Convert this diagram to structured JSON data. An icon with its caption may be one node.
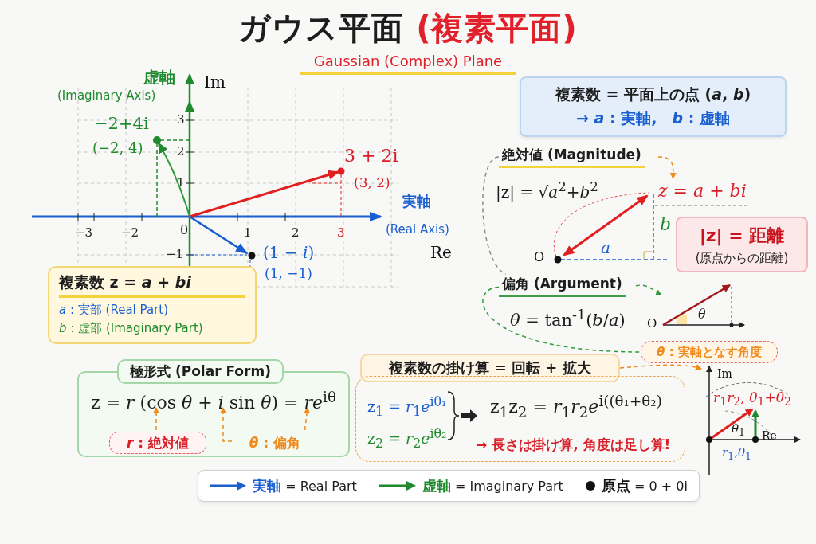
{
  "diagram": {
    "title": "ガウス平面 (複素平面)",
    "caption": "Gaussian (Complex) Plane",
    "nodes": [
      {
        "text": [
          "複素数 = 平面上の点 (*a*, *b*)",
          "→ *a* : 実軸,　*b* : 虚軸"
        ]
      },
      {
        "text": [
          "複素数 z = *a* + *bi*",
          "*a* : 実部 (Real Part)",
          "*b* : 虚部 (Imaginary Part)"
        ]
      },
      {
        "text": [
          "|z| = 距離",
          "(原点からの距離)"
        ]
      },
      {
        "text": [
          "*θ* : 実軸となす角度"
        ]
      },
      {
        "text": [
          "極形式 (Polar Form)",
          "z = *r* (cos *θ* + *i* sin *θ*) = *re*$^{iθ}$"
        ]
      },
      {
        "text": [
          "*r* : 絶対値"
        ],
        "in": 4
      },
      {
        "text": [
          "*θ* : 偏角"
        ],
        "in": 4
      },
      {
        "text": [
          "複素数の掛け算 = 回転 + 拡大"
        ]
      },
      {
        "text": [
          "z$_{1}$ = *r*$_{1}$*e*$^{iθ₁}$",
          "z$_{2}$ = *r*$_{2}$*e*$^{iθ₂}$",
          "z$_{1}$z$_{2}$ = *r*$_{1}$*r*$_{2}$*e*$^{i((θ₁+θ₂)}$",
          "→ 長さは掛け算, 角度は足し算!"
        ]
      },
      {
        "text": [
          "絶対値 (Magnitude)"
        ]
      },
      {
        "text": [
          "*z* = *a* + *bi*"
        ]
      },
      {
        "text": [
          "偏角 (Argument)"
        ]
      },
      {
        "text": [],
        "shape": "picture"
      },
      {
        "text": [],
        "shape": "picture"
      }
    ],
    "edges": [
      {
        "from": 9,
        "to": 10,
        "arrow": "to",
        "style": "dashed"
      },
      {
        "from": 11,
        "to": 12,
        "arrow": "to",
        "style": "dashed",
        "color": "#2e9b3a"
      },
      {
        "from": 11,
        "to": 3,
        "arrow": "none",
        "style": "dashed",
        "color": "#2e9b3a"
      },
      {
        "from": 9,
        "to": 11,
        "arrow": "none",
        "style": "dashed",
        "color": "#8a8a8a"
      },
      {
        "from": 5,
        "to": null,
        "arrow": "to",
        "style": "dashed"
      },
      {
        "from": 6,
        "to": null,
        "arrow": "to",
        "style": "dashed"
      },
      {
        "from": 6,
        "to": null,
        "arrow": "to",
        "style": "dashed"
      },
      {
        "from": 7,
        "to": 13,
        "arrow": "to",
        "style": "dashed"
      }
    ],
    "labels": [
      "虚軸",
      "(Imaginary Axis)",
      "Im",
      "−2+4i",
      "(−2, 4)",
      "3",
      "2",
      "1",
      "3 + 2i",
      "(3, 2)",
      "実軸",
      "−3",
      "−2",
      "0",
      "1",
      "2",
      "3",
      "(Real Axis)",
      "−1",
      "(1 − *i*)",
      "Re",
      "(1, −1)",
      "|z| = √*a*$^{2}$+*b*$^{2}$",
      "*b*",
      "O",
      "*a*",
      "*θ* = tan$^{-1}$(*b*/*a*)",
      "*θ*",
      "O",
      "Im",
      "*r*$_{1}$*r*$_{2}$, *θ*$_{1}$+*θ*$_{2}$",
      "*θ*$_{1}$",
      "Re",
      "*r*$_{1}$,*θ*$_{1}$"
    ],
    "legend": [
      {
        "text": "実軸 = Real Part"
      },
      {
        "text": "虚軸 = Imaginary Part"
      },
      {
        "text": "原点 = 0 + 0i"
      }
    ]
  }
}
